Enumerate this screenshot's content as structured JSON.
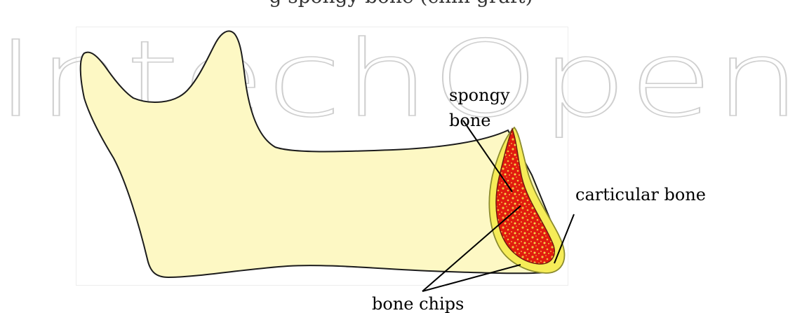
{
  "caption": {
    "text": "g                                                    spongy bone (chin graft)"
  },
  "watermark": {
    "text": "IntechOpen"
  },
  "labels": {
    "spongy_line1": "spongy",
    "spongy_line2": "bone",
    "carticular": "carticular bone",
    "chips": "bone chips"
  },
  "colors": {
    "mandible_fill": "#fdf8c4",
    "cortex_fill": "#f6ec58",
    "cortex_stroke": "#9a9a3a",
    "marrow_fill": "#e11b0f",
    "speckle": "#f3c13a",
    "outline": "#1c1c1c"
  }
}
